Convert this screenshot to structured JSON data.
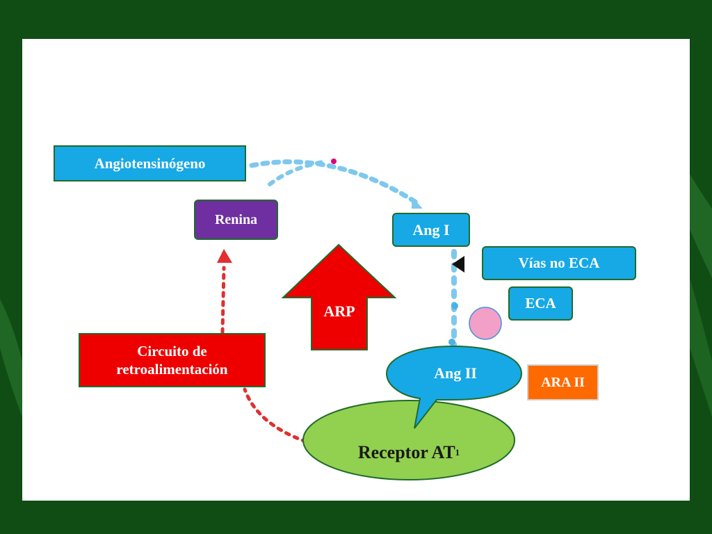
{
  "colors": {
    "frame": "#0f4d14",
    "blue_box": "#17a8e6",
    "renina_box": "#6f2fa0",
    "red": "#ee0000",
    "ara_orange": "#ff6a00",
    "receptor_green": "#92d050",
    "pink_circle": "#f2a0c8",
    "dotted_blue": "#7ec8ee",
    "dotted_red": "#e03030"
  },
  "nodes": {
    "angiotensinogen": "Angiotensinógeno",
    "renin": "Renina",
    "ang1": "Ang I",
    "non_ace": "Vías no ECA",
    "ace": "ECA",
    "arp": "ARP",
    "feedback_line1": "Circuito de",
    "feedback_line2": "retroalimentación",
    "ang2": "Ang II",
    "ara2": "ARA II",
    "receptor_text": "Receptor AT",
    "receptor_sub": "1"
  }
}
